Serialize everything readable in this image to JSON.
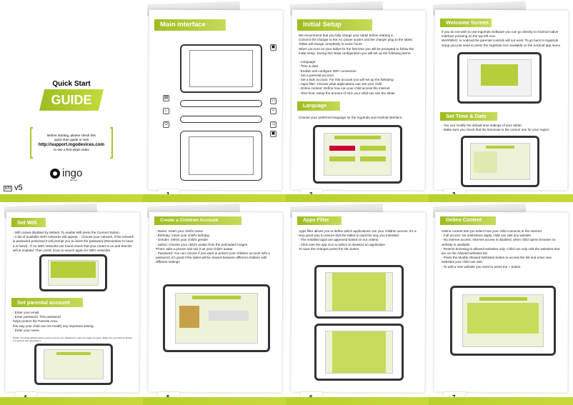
{
  "cover": {
    "quick_start": "Quick Start",
    "guide": "GUIDE",
    "intro1": "Before starting, please check this",
    "intro2": "quick start guide or visit",
    "url": "http://support.ingodevices.com",
    "intro3": "to see a first steps video",
    "logo": "ingo",
    "logo_sub": "devices",
    "lang": "EN",
    "version": "v5"
  },
  "pages": [
    {
      "number": "1",
      "title": "Main interface"
    },
    {
      "number": "2",
      "title": "Initial Setup",
      "body": "We recommend that you fully charge your tablet before starting it.\nConnect the charger to the AC power socket and the charger plug to the tablet. Tablet will charge completely in some hours.\nWhen you turn on your tablet for the first time you will be prompted to follow the initial setup. During this initial configuration you will set up the following items:\n\n- Language\n- Time & date\n- Enable and configure WIFI connection\n- Set a parental account\n- Set a kids account. For this account you will set up the following:\n- Apps filter: Choose what applications can use your child\n- Online content: Define how can your child access the internet\n- Time limit: Setup the amount of time your child can use the tablet",
      "section2": "Language",
      "body2": "Choose your preferred language for the IngoKids and Android interface."
    },
    {
      "number": "3",
      "title": "Welcome Screen",
      "body": "If you do not wish to use IngoKids Software you can go directly to Android native interface pressing on the top left icon.\nWARNING: in Android the parental controls will not work. To go back to IngoKids setup you just need to press the IngoKids icon available on the Android app menu",
      "section2": "Set Time & Date",
      "body2": "- You can modify the default time settings of your tablet.\n- Make sure you check that the timezone is the correct one for your region."
    },
    {
      "number": "4",
      "title": "Set Wifi",
      "body": "- Wifi comes disabled by default.   To enable Wifi press the Connect button.\n- A list of available WIFI networks will appear. - Choose your network, if the network is password protected it will prompt you to insert the password (Remember to have it in hand)  - If no WIFI networks are found check that your router is on and that the wifi is enabled. Then press Scan to search again for WIFI networks",
      "section2": "Set parental account",
      "body2": "- Enter your email.\n- Enter password: This password\n  helps protect the Parents Area,\n  this way your child can not modify any important setting.\n- Enter your name.",
      "note": "NOTE: The email address will be used to recover your password in case you forget or loose it. Make sure you have an access to it and you can remember it."
    },
    {
      "number": "5",
      "title": "Create a Children Account",
      "body": "- Name: Insert your child's name\n- Birthday: insert your child's birthday\n- Gender: Select your child's gender\n- Select: Choose your child's avatar from the preloaded images\n  Photo: take a picture and use it as your child's avatar\n- Password: You can choose if you want to protect your children account with a password, it's good if the tablet will be shared between different children with different settings"
    },
    {
      "number": "6",
      "title": "Apps Filter",
      "body": "Apps filter allows you to define which applications can your children access. It's a very good way to ensure that the tablet is used the way you intended.\n- The installed apps are approved based on our criteria\n- Click over the app icon to select or deselect an application\n  To save the changes press the OK button"
    },
    {
      "number": "7",
      "title": "Online Content",
      "body": "Online content lets you select how your child connects to the Internet\n- Full access: No restrictions apply, child can visit any website\n- No internet access: Internet access is disabled, when child opens browser no website is available\n- Restrict browsing to allowed websites only:  Child can only visit the websites that are on the Allowed websites list\n        - Press the Modify Allowed Websites button to access the list and enter new websites your child can visit.\n        - To add a new website you need to press the + button."
    }
  ],
  "colors": {
    "accent": "#a8c62e",
    "bar": "#bfd432"
  }
}
